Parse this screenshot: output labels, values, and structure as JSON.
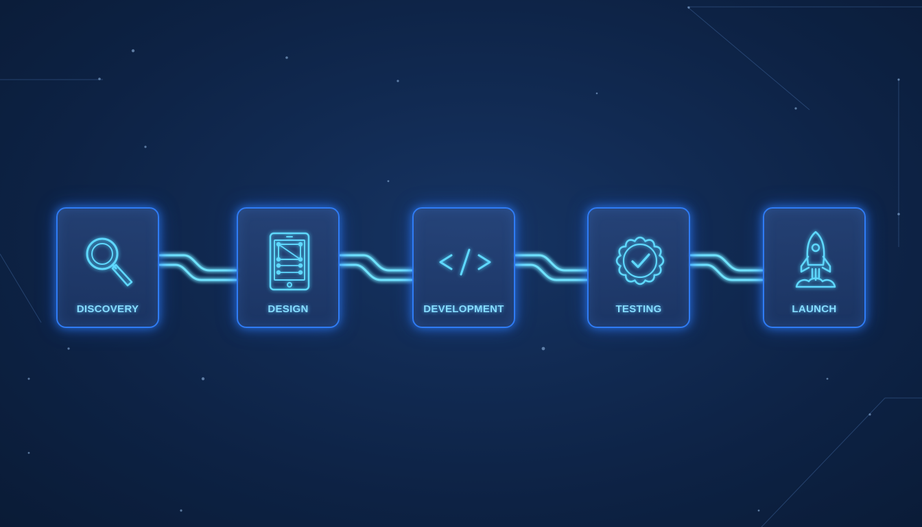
{
  "stages": [
    {
      "label": "DISCOVERY",
      "icon": "magnifier-icon"
    },
    {
      "label": "DESIGN",
      "icon": "tablet-wireframe-icon"
    },
    {
      "label": "DEVELOPMENT",
      "icon": "code-brackets-icon"
    },
    {
      "label": "TESTING",
      "icon": "badge-check-icon"
    },
    {
      "label": "LAUNCH",
      "icon": "rocket-icon"
    }
  ],
  "colors": {
    "background": "#112a52",
    "card_border": "#2f7cf5",
    "glow": "#5fd8ff",
    "label": "#86dcff"
  }
}
